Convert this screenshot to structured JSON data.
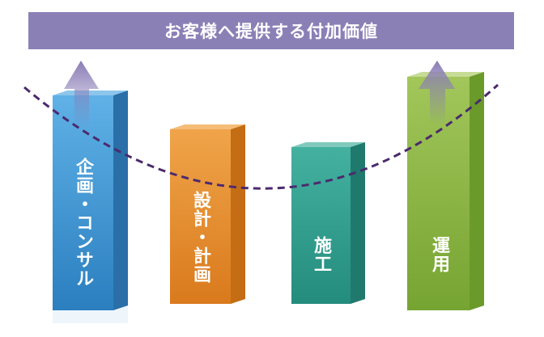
{
  "header": {
    "title": "お客様へ提供する付加価値"
  },
  "bars": [
    {
      "label": "企画・コンサル",
      "color": "#3d8fc8",
      "icon": "up-arrow-icon"
    },
    {
      "label": "設計・計画",
      "color": "#e08a2a"
    },
    {
      "label": "施工",
      "color": "#2f9c8c"
    },
    {
      "label": "運用",
      "color": "#7fae3c",
      "icon": "up-arrow-icon"
    }
  ],
  "colors": {
    "banner": "#8b80b6",
    "curve": "#4b2a6e"
  }
}
